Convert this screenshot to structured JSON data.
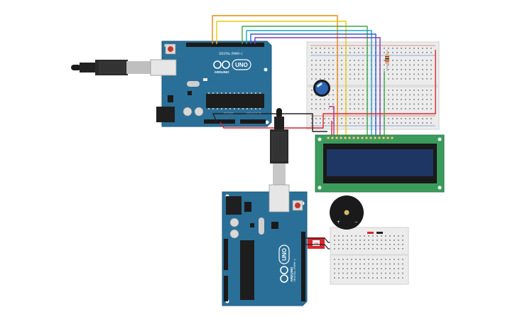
{
  "board_top": {
    "brand": "ARDUINO",
    "model": "UNO",
    "header_digital": "DIGITAL (PWM~)",
    "header_power": "POWER",
    "header_analog": "ANALOG IN"
  },
  "board_bottom": {
    "brand": "ARDUINO",
    "model": "UNO",
    "header_digital": "DIGITAL (PWM~)"
  },
  "switch": {
    "label": "ON"
  },
  "colors": {
    "board": "#2a6f97",
    "board_edge": "#1d5a7c",
    "breadboard": "#ececec",
    "lcd_pcb": "#3b9b5c",
    "lcd_screen": "#1e3663",
    "wire_orange": "#e8890c",
    "wire_yellow": "#e8c90c",
    "wire_green": "#38a845",
    "wire_cyan": "#17a6c7",
    "wire_blue": "#2a5bd7",
    "wire_purple": "#7b3bb4",
    "wire_red": "#d9262c",
    "wire_black": "#222222",
    "wire_magenta": "#c02a7a"
  }
}
